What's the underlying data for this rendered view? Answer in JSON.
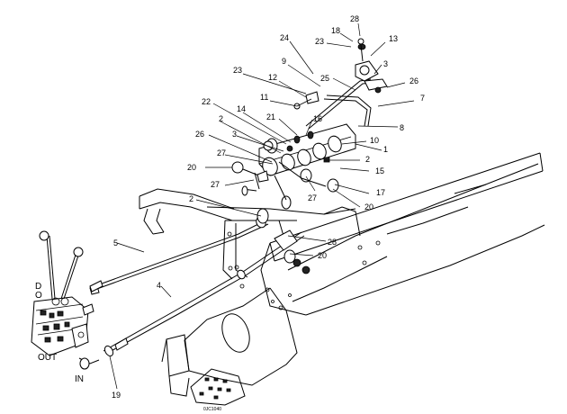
{
  "callouts": {
    "c28_top": "28",
    "c18": "18",
    "c13": "13",
    "c24": "24",
    "c23_top": "23",
    "c9": "9",
    "c3_top": "3",
    "c25": "25",
    "c26": "26",
    "c23_mid": "23",
    "c12": "12",
    "c7": "7",
    "c11": "11",
    "c22": "22",
    "c14": "14",
    "c21": "21",
    "c16": "16",
    "c8": "8",
    "c2_a": "2",
    "c26_left": "26",
    "c3_mid": "3",
    "c10": "10",
    "c1": "1",
    "c27_a": "27",
    "c2_b": "2",
    "c20_a": "20",
    "c15": "15",
    "c27_b": "27",
    "c17": "17",
    "c27_c": "27",
    "c20_b": "20",
    "c2_c": "2",
    "c28_low": "28",
    "c5": "5",
    "c20_c": "20",
    "c4": "4",
    "c19": "19"
  },
  "labels": {
    "out": "OUT",
    "in": "IN",
    "valve_letter_a": "D",
    "valve_letter_b": "O"
  },
  "drawing_code": "0JC1040"
}
